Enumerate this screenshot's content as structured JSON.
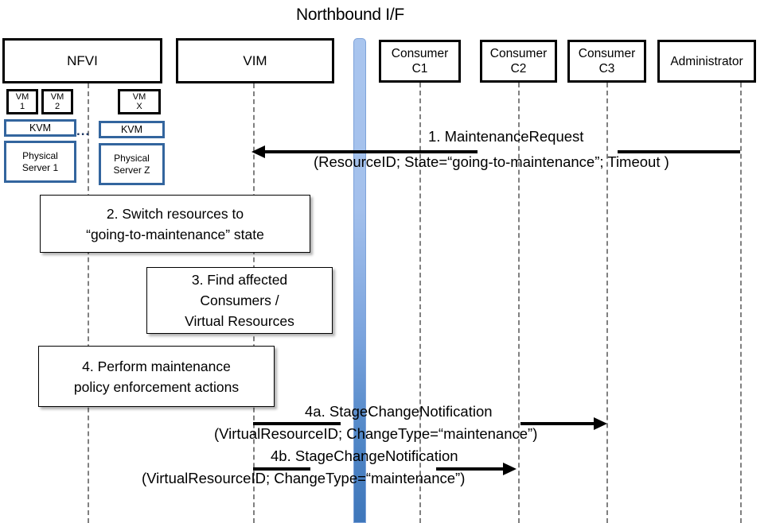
{
  "diagram": {
    "title": "Northbound I/F",
    "type": "uml-sequence-diagram"
  },
  "participants": [
    {
      "name": "nfvi",
      "label": "NFVI"
    },
    {
      "name": "vim",
      "label": "VIM"
    },
    {
      "name": "consumer-c1",
      "label_line1": "Consumer",
      "label_line2": "C1"
    },
    {
      "name": "consumer-c2",
      "label_line1": "Consumer",
      "label_line2": "C2"
    },
    {
      "name": "consumer-c3",
      "label_line1": "Consumer",
      "label_line2": "C3"
    },
    {
      "name": "administrator",
      "label_line1": "Administrator",
      "label_line2": ""
    }
  ],
  "nfvi_internals": {
    "vms": [
      {
        "line1": "VM",
        "line2": "1"
      },
      {
        "line1": "VM",
        "line2": "2"
      },
      {
        "line1": "VM",
        "line2": "X"
      }
    ],
    "kvm_left": "KVM",
    "kvm_right": "KVM",
    "server_left_line1": "Physical",
    "server_left_line2": "Server 1",
    "server_right_line1": "Physical",
    "server_right_line2": "Server Z",
    "ellipsis": "..."
  },
  "action_boxes": [
    {
      "name": "step-2",
      "line1": "2. Switch resources to",
      "line2": "“going-to-maintenance” state"
    },
    {
      "name": "step-3",
      "line1": "3. Find affected",
      "line2": "Consumers /",
      "line3": "Virtual Resources"
    },
    {
      "name": "step-4",
      "line1": "4. Perform maintenance",
      "line2": "policy enforcement actions"
    }
  ],
  "messages": [
    {
      "name": "message-1-maintenance-request",
      "number": "1.",
      "label": "1.   MaintenanceRequest",
      "params": "(ResourceID; State=“going-to-maintenance”; Timeout )",
      "from": "administrator",
      "to": "vim",
      "direction": "left"
    },
    {
      "name": "message-4a-stage-change-notification",
      "number": "4a.",
      "label": "4a. StageChangeNotification",
      "params": "(VirtualResourceID; ChangeType=“maintenance”)",
      "from": "vim",
      "to": "consumer-c3",
      "direction": "right"
    },
    {
      "name": "message-4b-stage-change-notification",
      "number": "4b.",
      "label": "4b. StageChangeNotification",
      "params": "(VirtualResourceID; ChangeType=“maintenance”)",
      "from": "vim",
      "to": "consumer-c2",
      "direction": "right"
    }
  ],
  "colors": {
    "nbif_bar_top": "#a9c5ee",
    "nbif_bar_bottom": "#3f77bb",
    "hw_border": "#33659e",
    "box_border": "#000000",
    "lifeline": "#808080"
  }
}
